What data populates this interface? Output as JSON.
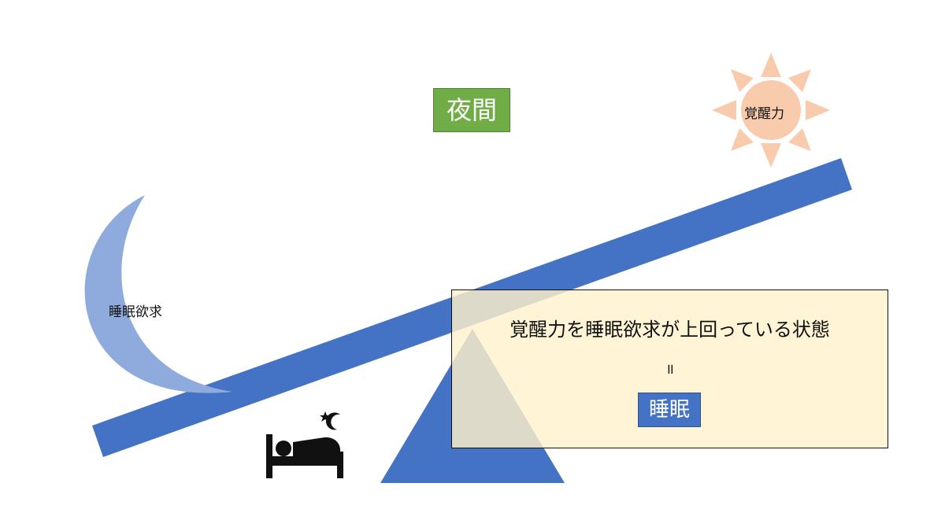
{
  "diagram": {
    "time_label": "夜間",
    "left_label": "睡眠欲求",
    "right_label": "覚醒力",
    "state_description": "覚醒力を睡眠欲求が上回っている状態",
    "equals_symbol": "॥",
    "result_label": "睡眠",
    "icons": [
      "crescent-moon-icon",
      "sun-icon",
      "sleeping-person-bed-icon"
    ],
    "colors": {
      "seesaw": "#4472c4",
      "moon": "#8faadc",
      "sun": "#f8cbad",
      "night_badge": "#70ad47",
      "state_box": "#fff2cc",
      "sleep_badge": "#4472c4"
    }
  }
}
